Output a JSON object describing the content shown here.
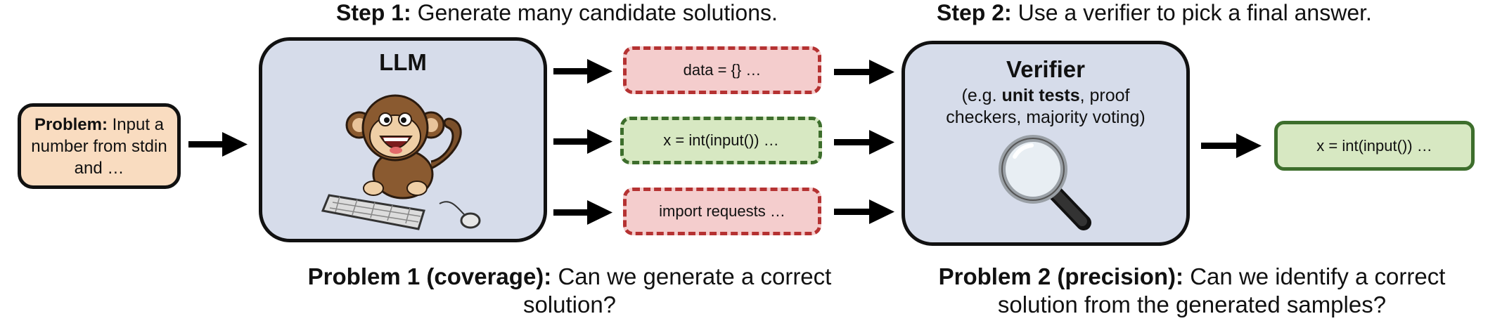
{
  "step1": {
    "bold": "Step 1:",
    "text": " Generate many candidate solutions."
  },
  "step2": {
    "bold": "Step 2:",
    "text": " Use a verifier to pick a final answer."
  },
  "problem": {
    "bold": "Problem:",
    "text": " Input a number from stdin and …"
  },
  "llm": {
    "title": "LLM",
    "image": "monkey-typing-on-keyboard"
  },
  "candidates": [
    {
      "text": "data = {} …",
      "status": "incorrect"
    },
    {
      "text": "x = int(input()) …",
      "status": "correct"
    },
    {
      "text": "import requests …",
      "status": "incorrect"
    }
  ],
  "verifier": {
    "title": "Verifier",
    "line1_prefix": "(e.g. ",
    "line1_bold": "unit tests",
    "line1_suffix": ", proof",
    "line2": "checkers, majority voting)",
    "icon": "magnifying-glass-icon"
  },
  "final_answer": "x = int(input()) …",
  "problem1": {
    "bold": "Problem 1 (coverage):",
    "text": " Can we generate a correct solution?"
  },
  "problem2": {
    "bold": "Problem 2 (precision):",
    "text": " Can we identify a correct solution from the generated samples?"
  },
  "colors": {
    "problem_fill": "#f9dcc0",
    "panel_fill": "#d6dcea",
    "incorrect_fill": "#f4cdcd",
    "incorrect_border": "#b53232",
    "correct_fill": "#d7e8c2",
    "correct_border": "#3d6e2c"
  }
}
